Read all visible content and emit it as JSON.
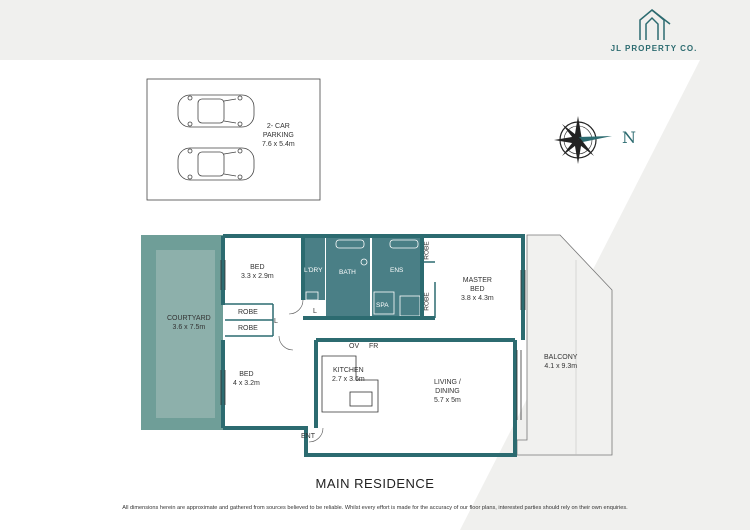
{
  "brand": {
    "name": "JL PROPERTY CO.",
    "color": "#2c6b70"
  },
  "compass": {
    "letter": "N",
    "icon": "north-arrow-icon"
  },
  "parking": {
    "label": "2- CAR",
    "label2": "PARKING",
    "size": "7.6 x 5.4m"
  },
  "rooms": {
    "bed1": {
      "name": "BED",
      "size": "3.3 x 2.9m"
    },
    "bed2": {
      "name": "BED",
      "size": "4 x 3.2m"
    },
    "courtyard": {
      "name": "COURTYARD",
      "size": "3.6 x 7.5m"
    },
    "robe1": "ROBE",
    "robe2": "ROBE",
    "linen": "L",
    "linen2": "L",
    "ldry": "L'DRY",
    "bath": "BATH",
    "ens": "ENS",
    "spa": "SPA",
    "robe3": "ROBE",
    "robe4": "ROBE",
    "master": {
      "name": "MASTER",
      "name2": "BED",
      "size": "3.8 x 4.3m"
    },
    "kitchen": {
      "name": "KITCHEN",
      "size": "2.7 x 3.6m"
    },
    "ov": "OV",
    "fr": "FR",
    "living": {
      "name": "LIVING /",
      "name2": "DINING",
      "size": "5.7 x 5m"
    },
    "balcony": {
      "name": "BALCONY",
      "size": "4.1 x 9.3m"
    },
    "ent": "ENT"
  },
  "title": "MAIN RESIDENCE",
  "disclaimer": "All dimensions herein are approximate and gathered from sources believed to be reliable. Whilst every effort is made for the accuracy of our floor plans, interested parties should rely on their own enquiries.",
  "colors": {
    "wall": "#2c6b70",
    "wet": "#4a7f86",
    "courtyard": "#6f9e98",
    "balcony": "#f1f1ef"
  }
}
